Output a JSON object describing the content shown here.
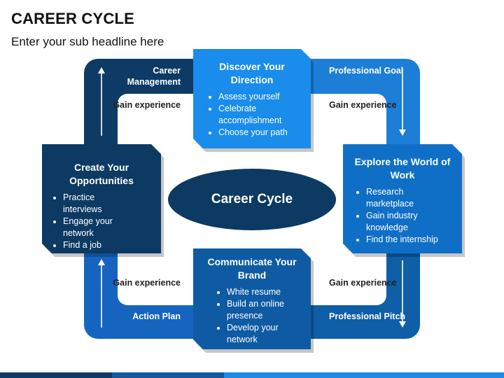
{
  "title": "CAREER CYCLE",
  "subtitle": "Enter your sub headline here",
  "colors": {
    "navy": "#0c3a63",
    "mid_blue": "#0e5ba3",
    "blue": "#0f6fc6",
    "light_blue": "#1a8ceb"
  },
  "ring_labels": {
    "top_left": "Career Management",
    "top_right": "Professional Goal",
    "bottom_left": "Action Plan",
    "bottom_right": "Professional Pitch"
  },
  "gain_labels": {
    "top_left": "Gain experience",
    "top_right": "Gain experience",
    "bottom_left": "Gain experience",
    "bottom_right": "Gain experience"
  },
  "center": "Career Cycle",
  "cards": {
    "top": {
      "title": "Discover Your Direction",
      "bullets": [
        "Assess yourself",
        "Celebrate accomplishment",
        "Choose your path"
      ]
    },
    "right": {
      "title": "Explore the World of Work",
      "bullets": [
        "Research marketplace",
        "Gain industry knowledge",
        "Find the internship"
      ]
    },
    "left": {
      "title": "Create Your Opportunities",
      "bullets": [
        "Practice interviews",
        "Engage your network",
        "Find a job"
      ]
    },
    "bottom": {
      "title": "Communicate Your Brand",
      "bullets": [
        "White resume",
        "Build an online presence",
        "Develop your network"
      ]
    }
  }
}
